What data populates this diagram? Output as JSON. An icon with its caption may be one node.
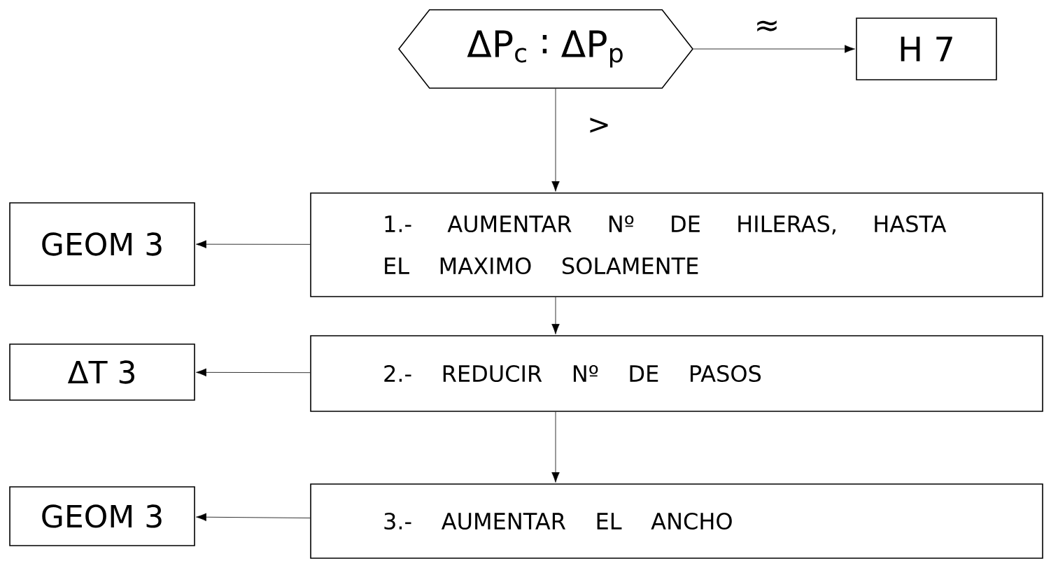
{
  "diagram": {
    "nodes": [
      {
        "text": [
          "ΔP$_{c}$ ∶ ΔP$_{p}$"
        ]
      },
      {
        "text": [
          "H 7"
        ]
      },
      {
        "text": [
          "GEOM 3"
        ]
      },
      {
        "text": [
          "1.- AUMENTAR Nº DE HILERAS, HASTA EL MAXIMO SOLAMENTE"
        ]
      },
      {
        "text": [
          "ΔT 3"
        ]
      },
      {
        "text": [
          "2.- REDUCIR Nº DE PASOS"
        ]
      },
      {
        "text": [
          "GEOM 3"
        ]
      },
      {
        "text": [
          "3.- AUMENTAR EL ANCHO"
        ]
      }
    ],
    "edges": [
      {
        "from": 0,
        "to": 1,
        "arrow": "to",
        "label": "≈"
      },
      {
        "from": 0,
        "to": 3,
        "arrow": "to",
        "label": ">"
      },
      {
        "from": 3,
        "to": 2,
        "arrow": "to"
      },
      {
        "from": 3,
        "to": 5,
        "arrow": "to"
      },
      {
        "from": 5,
        "to": 4,
        "arrow": "to"
      },
      {
        "from": 5,
        "to": 7,
        "arrow": "to"
      },
      {
        "from": 7,
        "to": 6,
        "arrow": "to"
      }
    ]
  }
}
